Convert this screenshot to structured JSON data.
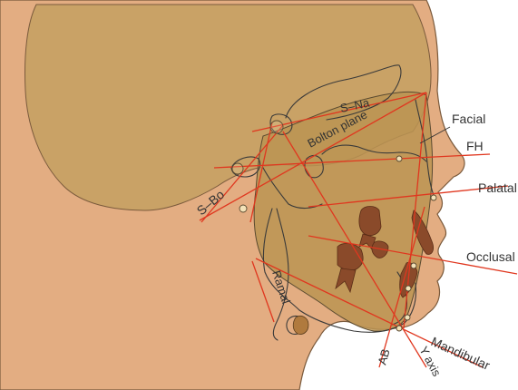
{
  "labels": {
    "s_na": "S–Na",
    "bolton_plane": "Bolton plane",
    "facial": "Facial",
    "fh": "FH",
    "palatal": "Palatal",
    "s_bo": "S–Bo",
    "occlusal": "Occlusal",
    "ramal": "Ramal",
    "mandibular": "Mandibular",
    "ab": "AB",
    "y_axis": "Y axis"
  },
  "colors": {
    "skin": "#e3ad82",
    "skin_outline": "#7a5a3c",
    "skull": "#c9a266",
    "skull_inner": "#b89150",
    "reference_line": "#e0371f",
    "tooth": "#8a4a2a",
    "label_text": "#333333"
  }
}
